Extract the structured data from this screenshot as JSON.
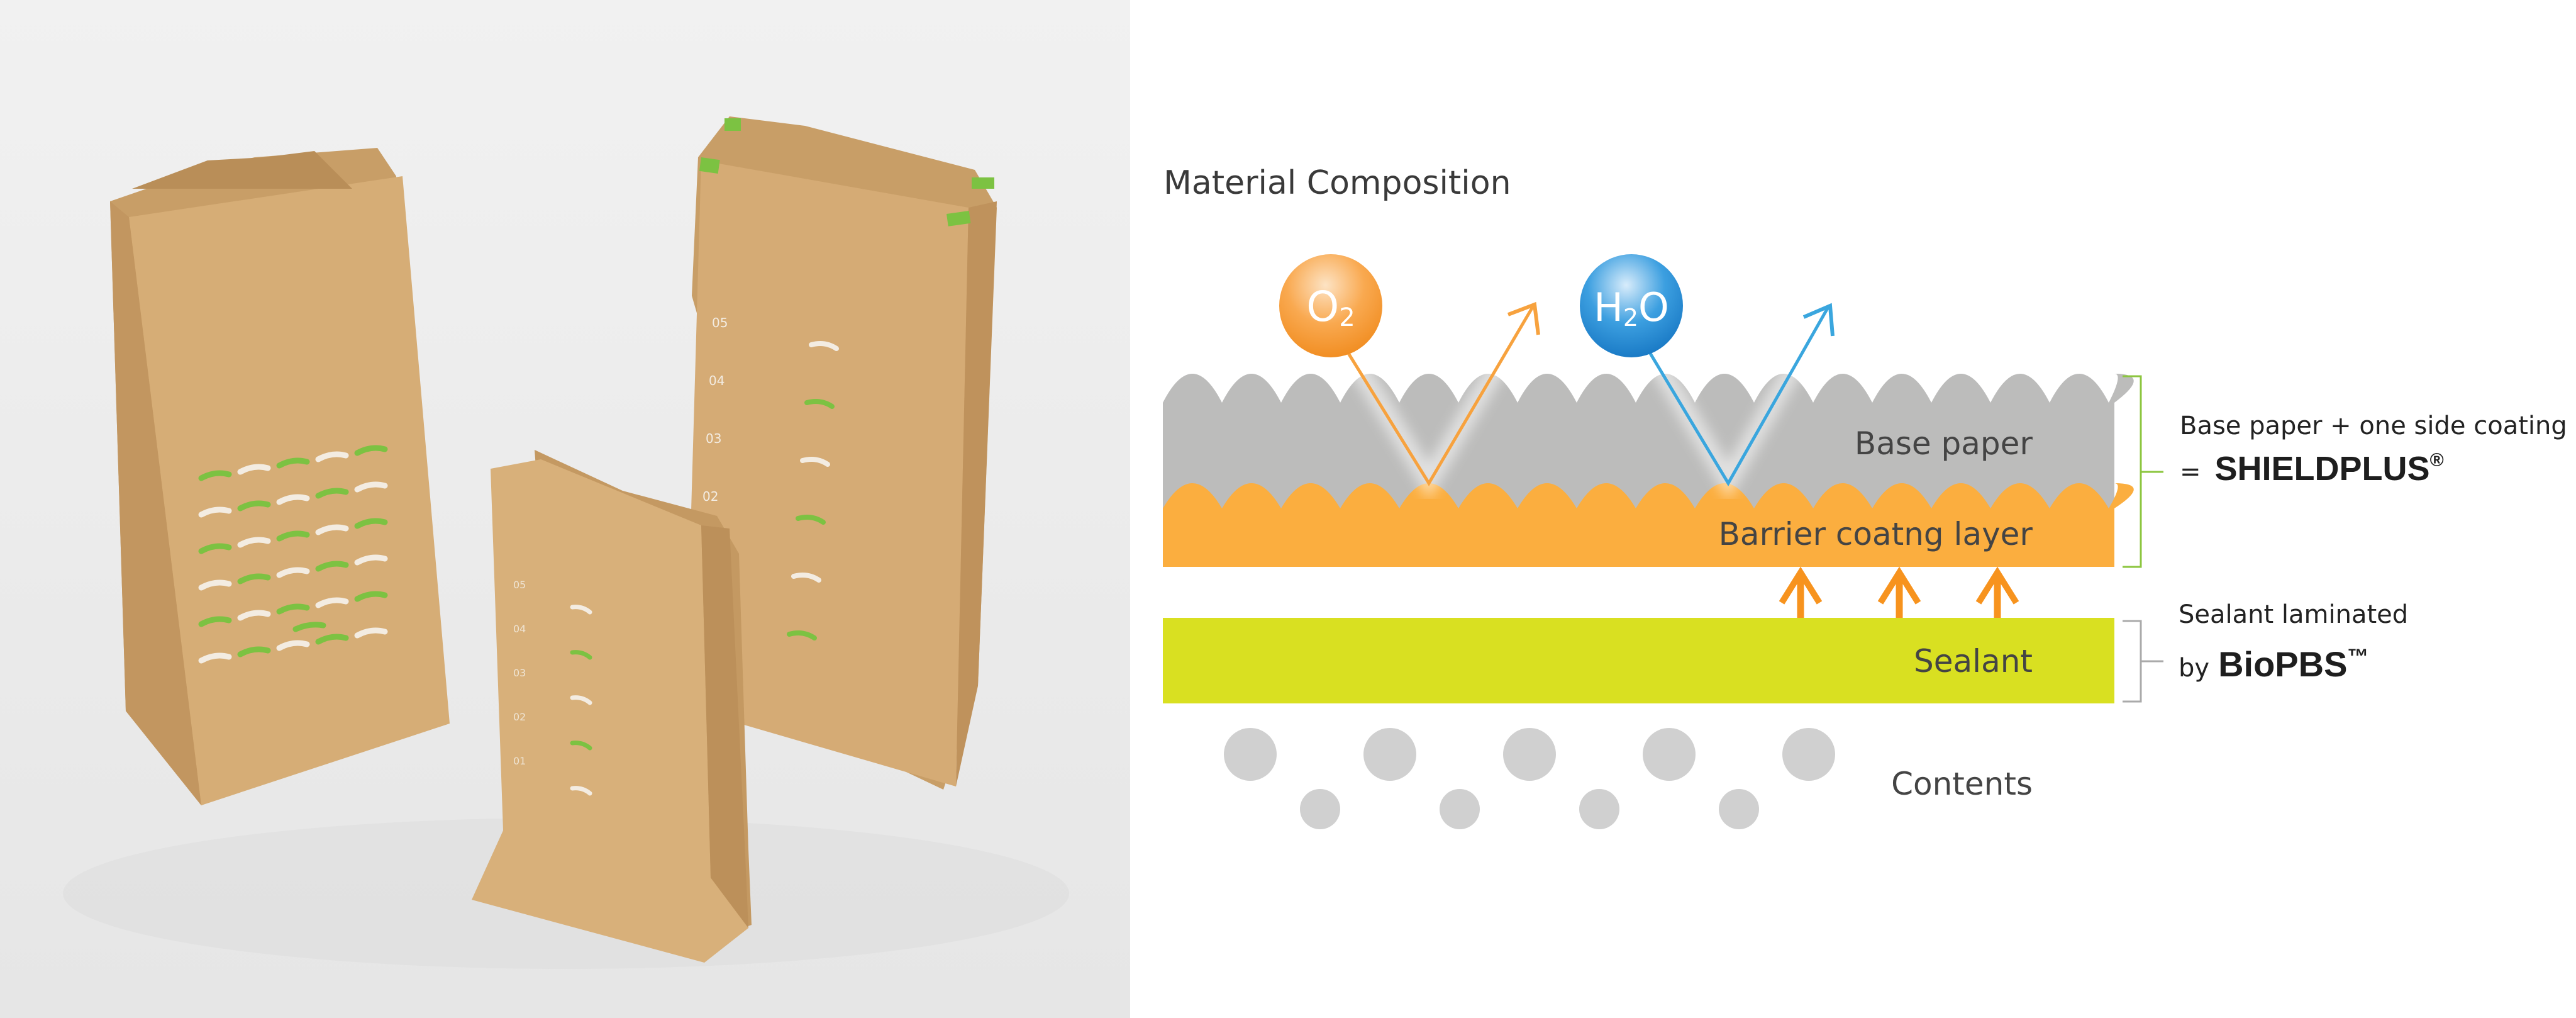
{
  "photo": {
    "description_text": [],
    "bag_scale_labels_tall": [
      "05",
      "04",
      "03",
      "02"
    ],
    "bag_scale_labels_small": [
      "05",
      "04",
      "03",
      "02",
      "01"
    ],
    "colors": {
      "kraft": "#d4aa74",
      "kraft_dark": "#c49a63",
      "green_mark": "#7cc242",
      "white_mark": "#f3ece2"
    }
  },
  "diagram": {
    "title": "Material Composition",
    "molecules": [
      {
        "label_main": "O",
        "label_sub": "2",
        "color": "#f7931e"
      },
      {
        "label_main": "H",
        "label_sub": "2",
        "label_tail": "O",
        "color": "#1b87d0"
      }
    ],
    "layers": [
      {
        "label": "Base paper",
        "color": "#bcbcbb"
      },
      {
        "label": "Barrier coatng layer",
        "color": "#fbae3f"
      },
      {
        "label": "Sealant",
        "color": "#d9e021"
      }
    ],
    "contents_label": "Contents",
    "contents_color": "#d0d0d0",
    "arrow_color": "#f7931e",
    "annotations": {
      "shieldplus": {
        "line1": "Base paper + one side coating",
        "eq": "=",
        "brand": "SHIELDPLUS",
        "mark": "®",
        "bracket_color": "#8cc63f"
      },
      "biopbs": {
        "line1": "Sealant laminated",
        "by": "by",
        "brand": "BioPBS",
        "mark": "™",
        "bracket_color": "#aaaaaa"
      }
    }
  }
}
